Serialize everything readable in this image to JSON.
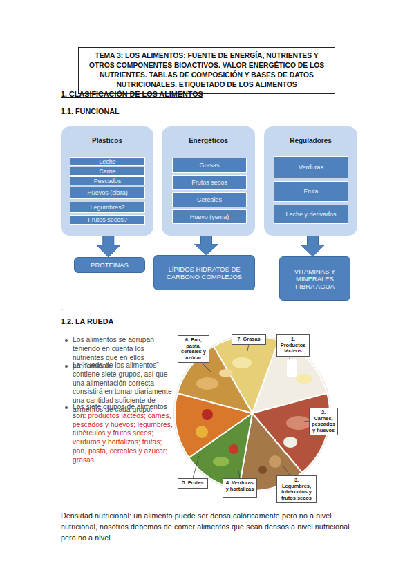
{
  "diagram": {
    "title": "TEMA 3: LOS ALIMENTOS: FUENTE DE ENERGÍA, NUTRIENTES Y OTROS COMPONENTES BIOACTIVOS. VALOR ENERGÉTICO DE LOS NUTRIENTES. TABLAS DE COMPOSICIÓN Y BASES DE DATOS NUTRICIONALES. ETIQUETADO DE LOS ALIMENTOS",
    "nodes": [
      {
        "text": [
          "Plásticos"
        ]
      },
      {
        "text": [
          "Leche"
        ],
        "in": 0
      },
      {
        "text": [
          "Carne"
        ],
        "in": 0
      },
      {
        "text": [
          "Pescados"
        ],
        "in": 0
      },
      {
        "text": [
          "Huevos (clara)"
        ],
        "in": 0
      },
      {
        "text": [
          "Legumbres?"
        ],
        "in": 0
      },
      {
        "text": [
          "Frutos secos?"
        ],
        "in": 0
      },
      {
        "text": [
          "Energéticos"
        ]
      },
      {
        "text": [
          "Grasas"
        ],
        "in": 7
      },
      {
        "text": [
          "Frutos secos"
        ],
        "in": 7
      },
      {
        "text": [
          "Cereales"
        ],
        "in": 7
      },
      {
        "text": [
          "Huevo (yema)"
        ],
        "in": 7
      },
      {
        "text": [
          "Reguladores"
        ]
      },
      {
        "text": [
          "Verduras"
        ],
        "in": 12
      },
      {
        "text": [
          "Fruta"
        ],
        "in": 12
      },
      {
        "text": [
          "Leche y derivados"
        ],
        "in": 12
      },
      {
        "text": [
          "PROTEINAS"
        ]
      },
      {
        "text": [
          "LÍPIDOS HIDRATOS DE CARBONO COMPLEJOS"
        ]
      },
      {
        "text": [
          "VITAMINAS Y MINERALES FIBRA AGUA"
        ]
      },
      {
        "text": [
          "6. Pan, pasta, cereales y azúcar"
        ]
      },
      {
        "text": [
          "7. Grasas"
        ]
      },
      {
        "text": [
          "1. Productos lácteos"
        ]
      },
      {
        "text": [
          "2. Carnes, pescados y huevos"
        ]
      },
      {
        "text": [
          "5. Frutas"
        ]
      },
      {
        "text": [
          "4. Verduras y hortalizas"
        ]
      },
      {
        "text": [
          "3. Legumbres, tubérculos y frutos secos"
        ]
      }
    ],
    "edges": [
      {
        "from": 0,
        "to": 16,
        "arrow": "to"
      },
      {
        "from": 7,
        "to": 17,
        "arrow": "to"
      },
      {
        "from": 12,
        "to": 18,
        "arrow": "to"
      }
    ],
    "labels": [
      "1. CLASIFICACIÓN DE LOS ALIMENTOS",
      "1.1. FUNCIONAL",
      ".",
      "1.2. LA RUEDA",
      "Los alimentos se agrupan teniendo en cuenta los nutrientes que en ellos predominan.",
      "La “rueda de los alimentos” contiene siete grupos, así que una alimentación correcta consistirá en tomar diariamente una cantidad suficiente de alimentos de cada grupo.",
      "Los siete grupos de alimentos son:",
      "productos lácteos; carnes, pescados y huevos; legumbres, tubérculos y frutos secos; verduras y hortalizas; frutas; pan, pasta, cereales y azúcar; grasas.",
      "Densidad nutricional: un alimento puede ser denso calóricamente pero no a nivel nutricional, nosotros debemos de comer alimentos que sean densos a nivel nutricional pero no a nivel"
    ]
  }
}
